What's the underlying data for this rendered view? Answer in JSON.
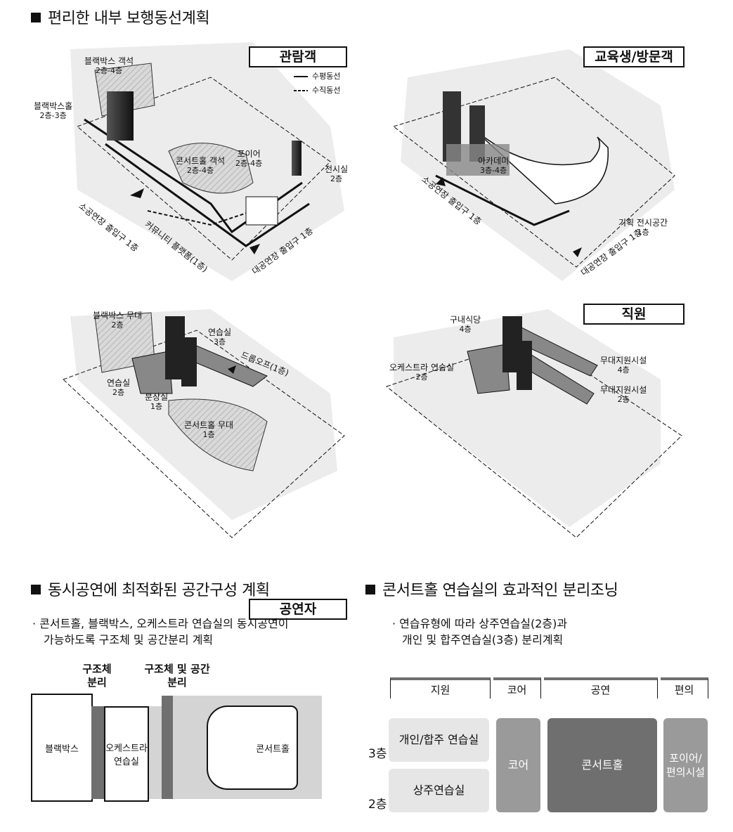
{
  "title": "편리한 내부 보행동선계획",
  "panels": {
    "audience": {
      "tag": "관람객",
      "legend": [
        "수평동선",
        "수직동선"
      ],
      "labels": [
        {
          "name": "블랙박스 객석",
          "sub": "2층-4층"
        },
        {
          "name": "블랙박스홀",
          "sub": "2층-3층"
        },
        {
          "name": "포이어",
          "sub": "2층-4층"
        },
        {
          "name": "콘서트홀 객석",
          "sub": "2층-4층"
        },
        {
          "name": "전시실",
          "sub": "2층"
        }
      ],
      "entrances": [
        "소공연장 출입구 1층",
        "커뮤니티 플랫폼(1층)",
        "대공연장 출입구 1층"
      ]
    },
    "education": {
      "tag": "교육생/방문객",
      "labels": [
        {
          "name": "아카데미",
          "sub": "3층-4층"
        },
        {
          "name": "기획 전시공간",
          "sub": "1층"
        }
      ],
      "entrances": [
        "소공연장 출입구 1층",
        "대공연장 출입구 1층"
      ]
    },
    "performer": {
      "tag": "공연자",
      "labels": [
        {
          "name": "블랙박스 무대",
          "sub": "2층"
        },
        {
          "name": "연습실",
          "sub": "3층"
        },
        {
          "name": "연습실",
          "sub": "2층"
        },
        {
          "name": "분장실",
          "sub": "1층"
        },
        {
          "name": "콘서트홀 무대",
          "sub": "1층"
        }
      ],
      "entrances": [
        "드롭오프(1층)"
      ]
    },
    "staff": {
      "tag": "직원",
      "labels": [
        {
          "name": "구내식당",
          "sub": "4층"
        },
        {
          "name": "오케스트라 연습실",
          "sub": "2층"
        },
        {
          "name": "무대지원시설",
          "sub": "4층"
        },
        {
          "name": "무대지원시설",
          "sub": "2층"
        }
      ]
    }
  },
  "section2": {
    "heading": "동시공연에 최적화된 공간구성 계획",
    "bullet": [
      "· 콘서트홀, 블랙박스, 오케스트라 연습실의 동시공연이",
      "가능하도록 구조체 및 공간분리 계획"
    ],
    "sep1": "구조체 분리",
    "sep2": "구조체 및 공간 분리",
    "rooms": [
      "블랙박스",
      "오케스트라 연습실",
      "콘서트홀"
    ]
  },
  "section3": {
    "heading": "콘서트홀 연습실의 효과적인 분리조닝",
    "bullet": [
      "· 연습유형에 따라 상주연습실(2층)과",
      "개인 및 합주연습실(3층) 분리계획"
    ],
    "columns": [
      "지원",
      "코어",
      "공연",
      "편의"
    ],
    "floors": [
      "3층",
      "2층"
    ],
    "blocks": {
      "practice3": "개인/합주 연습실",
      "practice2": "상주연습실",
      "core": "코어",
      "concert": "콘서트홀",
      "foyer": "포이어/ 편의시설"
    }
  },
  "colors": {
    "light": "#e8e8e8",
    "mid": "#9a9a9a",
    "dark": "#6f6f6f",
    "black": "#111111"
  }
}
